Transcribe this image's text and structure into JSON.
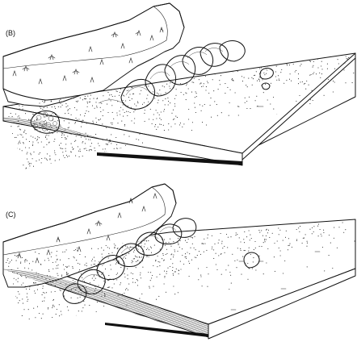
{
  "panels": [
    {
      "id": "B",
      "label": "(B)"
    },
    {
      "id": "C",
      "label": "(C)"
    }
  ],
  "colors": {
    "ink": "#111111",
    "paper": "#ffffff"
  }
}
